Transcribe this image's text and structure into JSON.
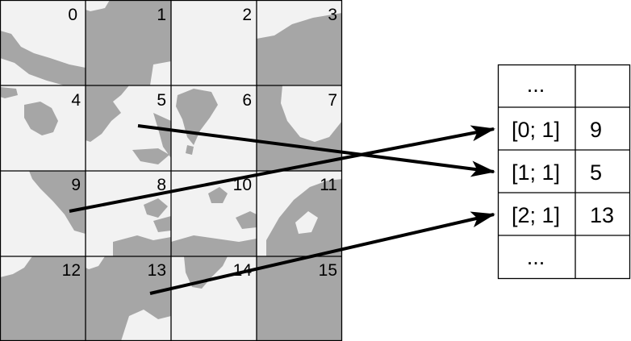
{
  "tiles": [
    {
      "label": "0"
    },
    {
      "label": "1"
    },
    {
      "label": "2"
    },
    {
      "label": "3"
    },
    {
      "label": "4"
    },
    {
      "label": "5"
    },
    {
      "label": "6"
    },
    {
      "label": "7"
    },
    {
      "label": "9"
    },
    {
      "label": "8"
    },
    {
      "label": "10"
    },
    {
      "label": "11"
    },
    {
      "label": "12"
    },
    {
      "label": "13"
    },
    {
      "label": "14"
    },
    {
      "label": "15"
    }
  ],
  "table": {
    "rows": [
      {
        "key": "...",
        "value": ""
      },
      {
        "key": "[0; 1]",
        "value": "9"
      },
      {
        "key": "[1; 1]",
        "value": "5"
      },
      {
        "key": "[2; 1]",
        "value": "13"
      },
      {
        "key": "...",
        "value": ""
      }
    ]
  },
  "colors": {
    "land": "#a6a6a6",
    "sea": "#f2f2f2",
    "line": "#000000"
  }
}
